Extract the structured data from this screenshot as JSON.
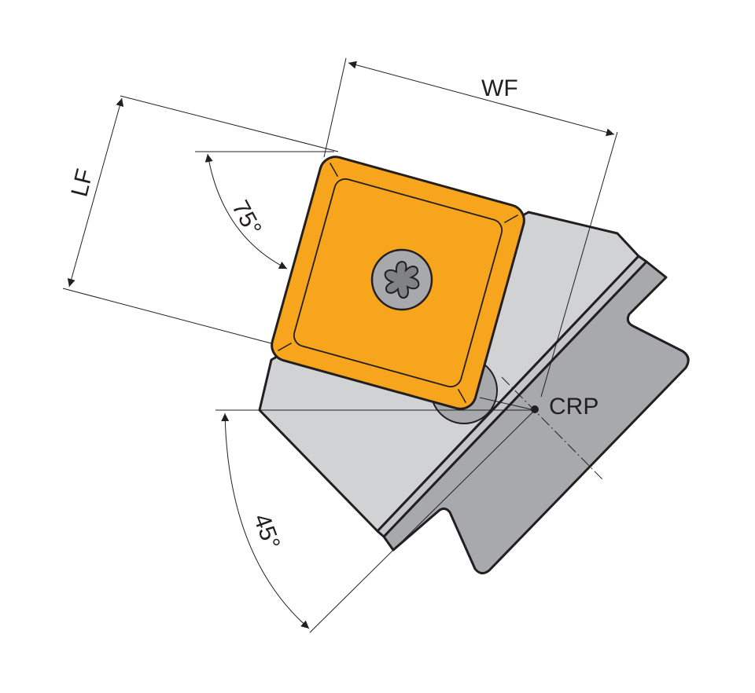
{
  "labels": {
    "wf": "WF",
    "lf": "LF",
    "angle_top": "75°",
    "angle_bottom": "45°",
    "crp": "CRP"
  },
  "colors": {
    "insert": "#f7a51d",
    "holder_light": "#d1d2d4",
    "holder_dark": "#a7a9ac",
    "screw": "#939598",
    "line": "#231f20"
  }
}
